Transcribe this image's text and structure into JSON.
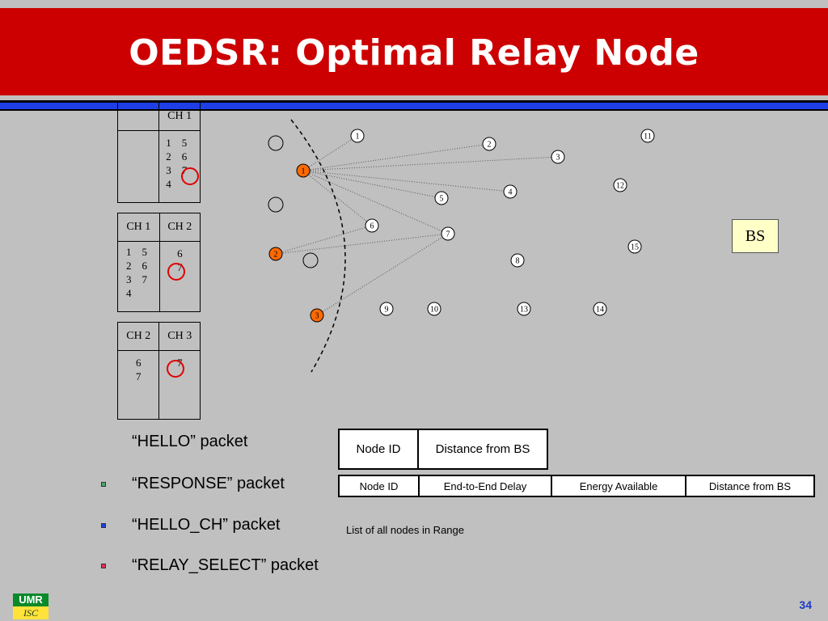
{
  "slide": {
    "title": "OEDSR: Optimal Relay Node",
    "page_number": "34"
  },
  "tables": {
    "t1": {
      "h1": "",
      "h2": "CH 1",
      "left_lines": [],
      "right_lines": [
        "1    5",
        "2    6",
        "3    7",
        "4"
      ],
      "circled": "7"
    },
    "t2": {
      "h1": "CH 1",
      "h2": "CH 2",
      "left_lines": [
        "1    5",
        "2    6",
        "3    7",
        "4"
      ],
      "right_lines": [
        "6",
        "7"
      ],
      "circled": "7"
    },
    "t3": {
      "h1": "CH 2",
      "h2": "CH 3",
      "left_lines": [
        "6",
        "7"
      ],
      "right_lines": [
        "7"
      ],
      "circled": "7"
    }
  },
  "network": {
    "nodes": [
      {
        "label": "1"
      },
      {
        "label": "2"
      },
      {
        "label": "3"
      },
      {
        "label": "4"
      },
      {
        "label": "5"
      },
      {
        "label": "6"
      },
      {
        "label": "7"
      },
      {
        "label": "8"
      },
      {
        "label": "9"
      },
      {
        "label": "10"
      },
      {
        "label": "11"
      },
      {
        "label": "12"
      },
      {
        "label": "13"
      },
      {
        "label": "14"
      },
      {
        "label": "15"
      }
    ],
    "cluster_heads": [
      {
        "label": "1"
      },
      {
        "label": "2"
      },
      {
        "label": "3"
      }
    ],
    "cluster_head_color": "#ff6a00",
    "base_station": "BS"
  },
  "legend": {
    "items": [
      {
        "label": "“HELLO” packet",
        "marker": null
      },
      {
        "label": "“RESPONSE” packet",
        "marker": "#49a86d"
      },
      {
        "label": "“HELLO_CH” packet",
        "marker": "#1e3fe6"
      },
      {
        "label": "“RELAY_SELECT” packet",
        "marker": "#e0305a"
      }
    ]
  },
  "hello_table": {
    "col1": "Node ID",
    "col2": "Distance from BS"
  },
  "response_table": {
    "col1": "Node ID",
    "col2": "End-to-End Delay",
    "col3": "Energy Available",
    "col4": "Distance from BS"
  },
  "list_caption": "List of all nodes in Range",
  "logo": {
    "top": "UMR",
    "bottom": "ISC"
  }
}
